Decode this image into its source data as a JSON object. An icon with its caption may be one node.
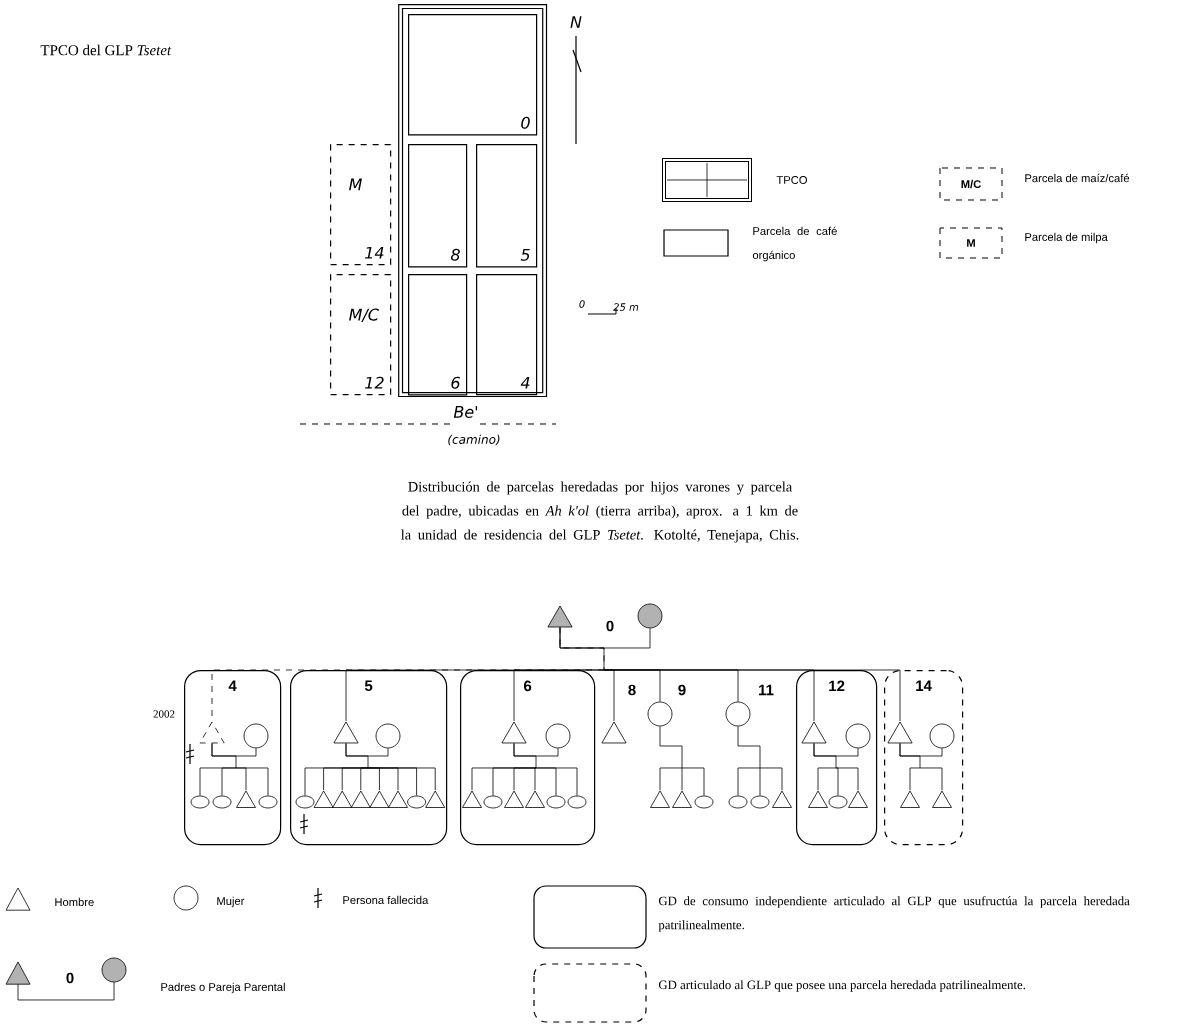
{
  "diagram": {
    "title": "TPCO del GLP *Tsetet*",
    "caption": "Distribución de parcelas heredadas por hijos varones y parcela del padre, ubicadas en *Ah k'ol* (tierra arriba), aprox. a 1 km de la unidad de residencia del GLP *Tsetet*. Kotolté, Tenejapa, Chis.",
    "nodes": [
      {
        "text": [],
        "shape": "box"
      },
      {
        "text": [
          "0"
        ],
        "in": 0
      },
      {
        "text": [
          "8"
        ],
        "in": 0
      },
      {
        "text": [
          "5"
        ],
        "in": 0
      },
      {
        "text": [
          "6"
        ],
        "in": 0
      },
      {
        "text": [
          "4"
        ],
        "in": 0
      },
      {
        "text": [
          "M",
          "14"
        ]
      },
      {
        "text": [
          "M/C",
          "12"
        ]
      },
      {
        "text": [
          "4"
        ]
      },
      {
        "text": [
          "5"
        ]
      },
      {
        "text": [
          "6"
        ]
      },
      {
        "text": [
          "12"
        ]
      },
      {
        "text": [
          "14"
        ]
      },
      {
        "text": [],
        "shape": "triangle"
      },
      {
        "text": [],
        "shape": "circle"
      },
      {
        "text": [],
        "shape": "triangle",
        "in": 8
      },
      {
        "text": [],
        "shape": "circle",
        "in": 8
      },
      {
        "text": [],
        "shape": "ellipse",
        "in": 8
      },
      {
        "text": [],
        "shape": "ellipse",
        "in": 8
      },
      {
        "text": [],
        "shape": "triangle",
        "in": 8
      },
      {
        "text": [],
        "shape": "ellipse",
        "in": 8
      },
      {
        "text": [],
        "shape": "triangle",
        "in": 9
      },
      {
        "text": [],
        "shape": "circle",
        "in": 9
      },
      {
        "text": [],
        "shape": "ellipse",
        "in": 9
      },
      {
        "text": [],
        "shape": "triangle",
        "in": 9
      },
      {
        "text": [],
        "shape": "triangle",
        "in": 9
      },
      {
        "text": [],
        "shape": "triangle",
        "in": 9
      },
      {
        "text": [],
        "shape": "triangle",
        "in": 9
      },
      {
        "text": [],
        "shape": "triangle",
        "in": 9
      },
      {
        "text": [],
        "shape": "ellipse",
        "in": 9
      },
      {
        "text": [],
        "shape": "triangle",
        "in": 9
      },
      {
        "text": [],
        "shape": "triangle",
        "in": 10
      },
      {
        "text": [],
        "shape": "circle",
        "in": 10
      },
      {
        "text": [],
        "shape": "triangle",
        "in": 10
      },
      {
        "text": [],
        "shape": "ellipse",
        "in": 10
      },
      {
        "text": [],
        "shape": "triangle",
        "in": 10
      },
      {
        "text": [],
        "shape": "triangle",
        "in": 10
      },
      {
        "text": [],
        "shape": "ellipse",
        "in": 10
      },
      {
        "text": [],
        "shape": "ellipse",
        "in": 10
      },
      {
        "text": [],
        "shape": "triangle"
      },
      {
        "text": [],
        "shape": "circle",
        "beside": [
          "9"
        ]
      },
      {
        "text": [],
        "shape": "triangle"
      },
      {
        "text": [],
        "shape": "triangle"
      },
      {
        "text": [],
        "shape": "ellipse"
      },
      {
        "text": [],
        "shape": "circle",
        "beside": [
          "11"
        ]
      },
      {
        "text": [],
        "shape": "ellipse"
      },
      {
        "text": [],
        "shape": "ellipse"
      },
      {
        "text": [],
        "shape": "triangle"
      },
      {
        "text": [],
        "shape": "triangle",
        "in": 11
      },
      {
        "text": [],
        "shape": "circle",
        "in": 11
      },
      {
        "text": [],
        "shape": "triangle",
        "in": 11
      },
      {
        "text": [],
        "shape": "ellipse",
        "in": 11
      },
      {
        "text": [],
        "shape": "triangle",
        "in": 11
      },
      {
        "text": [],
        "shape": "triangle",
        "in": 12
      },
      {
        "text": [],
        "shape": "circle",
        "in": 12
      },
      {
        "text": [],
        "shape": "triangle",
        "in": 12
      },
      {
        "text": [],
        "shape": "triangle",
        "in": 12
      }
    ],
    "edges": [
      {
        "from": 13,
        "to": 14,
        "arrow": "none"
      },
      {
        "from": 13,
        "to": 15,
        "arrow": "none",
        "style": "dashed"
      },
      {
        "from": 13,
        "to": 21,
        "arrow": "none"
      },
      {
        "from": 13,
        "to": 31,
        "arrow": "none"
      },
      {
        "from": 13,
        "to": 39,
        "arrow": "none"
      },
      {
        "from": 13,
        "to": 40,
        "arrow": "none"
      },
      {
        "from": 13,
        "to": 44,
        "arrow": "none"
      },
      {
        "from": 13,
        "to": 48,
        "arrow": "none"
      },
      {
        "from": 13,
        "to": 53,
        "arrow": "none"
      },
      {
        "from": 15,
        "to": 16,
        "arrow": "none"
      },
      {
        "from": 15,
        "to": 17,
        "arrow": "none"
      },
      {
        "from": 15,
        "to": 18,
        "arrow": "none"
      },
      {
        "from": 15,
        "to": 19,
        "arrow": "none"
      },
      {
        "from": 15,
        "to": 20,
        "arrow": "none"
      },
      {
        "from": 21,
        "to": 22,
        "arrow": "none"
      },
      {
        "from": 21,
        "to": 23,
        "arrow": "none"
      },
      {
        "from": 21,
        "to": 24,
        "arrow": "none"
      },
      {
        "from": 21,
        "to": 25,
        "arrow": "none"
      },
      {
        "from": 21,
        "to": 26,
        "arrow": "none"
      },
      {
        "from": 21,
        "to": 27,
        "arrow": "none"
      },
      {
        "from": 21,
        "to": 28,
        "arrow": "none"
      },
      {
        "from": 21,
        "to": 29,
        "arrow": "none"
      },
      {
        "from": 21,
        "to": 30,
        "arrow": "none"
      },
      {
        "from": 31,
        "to": 32,
        "arrow": "none"
      },
      {
        "from": 31,
        "to": 33,
        "arrow": "none"
      },
      {
        "from": 31,
        "to": 34,
        "arrow": "none"
      },
      {
        "from": 31,
        "to": 35,
        "arrow": "none"
      },
      {
        "from": 31,
        "to": 36,
        "arrow": "none"
      },
      {
        "from": 31,
        "to": 37,
        "arrow": "none"
      },
      {
        "from": 31,
        "to": 38,
        "arrow": "none"
      },
      {
        "from": 40,
        "to": 41,
        "arrow": "none"
      },
      {
        "from": 40,
        "to": 42,
        "arrow": "none"
      },
      {
        "from": 40,
        "to": 43,
        "arrow": "none"
      },
      {
        "from": 44,
        "to": 45,
        "arrow": "none"
      },
      {
        "from": 44,
        "to": 46,
        "arrow": "none"
      },
      {
        "from": 44,
        "to": 47,
        "arrow": "none"
      },
      {
        "from": 48,
        "to": 49,
        "arrow": "none"
      },
      {
        "from": 48,
        "to": 50,
        "arrow": "none"
      },
      {
        "from": 48,
        "to": 51,
        "arrow": "none"
      },
      {
        "from": 48,
        "to": 52,
        "arrow": "none"
      },
      {
        "from": 53,
        "to": 54,
        "arrow": "none"
      },
      {
        "from": 53,
        "to": 55,
        "arrow": "none"
      },
      {
        "from": 53,
        "to": 56,
        "arrow": "none"
      }
    ],
    "labels": [
      "N",
      "M/C",
      "M",
      "0",
      "25 m",
      "Be'",
      "(camino)",
      "0",
      "8",
      "2002",
      "0"
    ],
    "legend": [
      {
        "text": "TPCO"
      },
      {
        "text": "Parcela de maíz/café"
      },
      {
        "text": "Parcela de café orgánico"
      },
      {
        "text": "Parcela de milpa"
      },
      {
        "text": "Hombre"
      },
      {
        "text": "Mujer"
      },
      {
        "text": "Persona fallecida"
      },
      {
        "text": "GD de consumo independiente articulado al GLP que usufructúa la parcela heredada patrilinealmente."
      },
      {
        "text": "Padres o Pareja Parental"
      },
      {
        "text": "GD articulado al GLP que posee una parcela heredada patrilinealmente."
      }
    ]
  }
}
